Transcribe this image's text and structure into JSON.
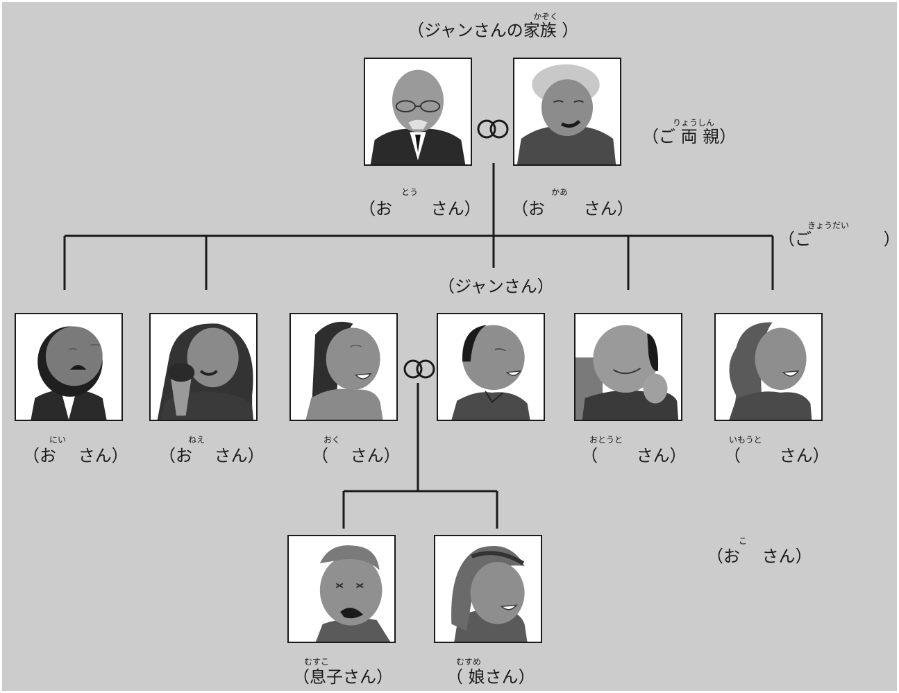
{
  "title": {
    "main": "（ジャンさんの家族 ）",
    "furigana": "かぞく"
  },
  "parents": {
    "group_label": "（ご 両 親）",
    "group_furigana": "りょうしん",
    "father": {
      "label": "（お　　 さん）",
      "furigana": "とう"
    },
    "mother": {
      "label": "（お　　 さん）",
      "furigana": "かあ"
    }
  },
  "siblings_group": {
    "label": "（ご　　　　 ）",
    "furigana": "きょうだい"
  },
  "self": {
    "label": "（ジャンさん）"
  },
  "generation2": [
    {
      "id": "older-brother",
      "label": "（お　 さん）",
      "furigana": "にい"
    },
    {
      "id": "older-sister",
      "label": "（お　 さん）",
      "furigana": "ねえ"
    },
    {
      "id": "wife",
      "label": "（　 さん）",
      "furigana": "おく"
    },
    {
      "id": "younger-brother",
      "label": "（　　 さん）",
      "furigana": "おとうと"
    },
    {
      "id": "younger-sister",
      "label": "（　　 さん）",
      "furigana": "いもうと"
    }
  ],
  "children_group": {
    "label": "（お　 さん）",
    "furigana": "こ"
  },
  "children": [
    {
      "id": "son",
      "label": "（息子さん）",
      "furigana": "むすこ"
    },
    {
      "id": "daughter",
      "label": "（ 娘さん）",
      "furigana": "むすめ"
    }
  ],
  "colors": {
    "background": "#cccccc",
    "line": "#1a1a1a",
    "photo_frame": "#ffffff"
  }
}
